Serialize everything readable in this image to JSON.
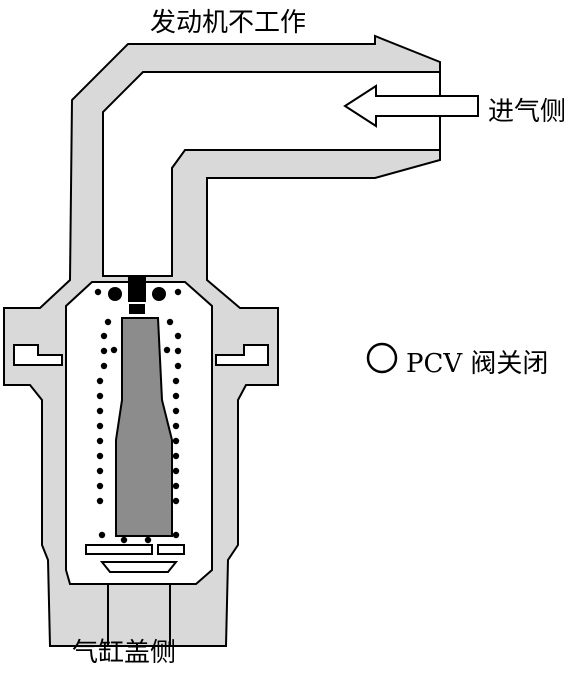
{
  "labels": {
    "title": "发动机不工作",
    "intake_side": "进气侧",
    "pcv_state": "PCV 阀关闭",
    "cylinder_side": "气缸盖侧"
  },
  "colors": {
    "housing_fill": "#d9d9d9",
    "plunger_fill": "#8c8c8c",
    "outline": "#000000",
    "background": "#ffffff"
  }
}
